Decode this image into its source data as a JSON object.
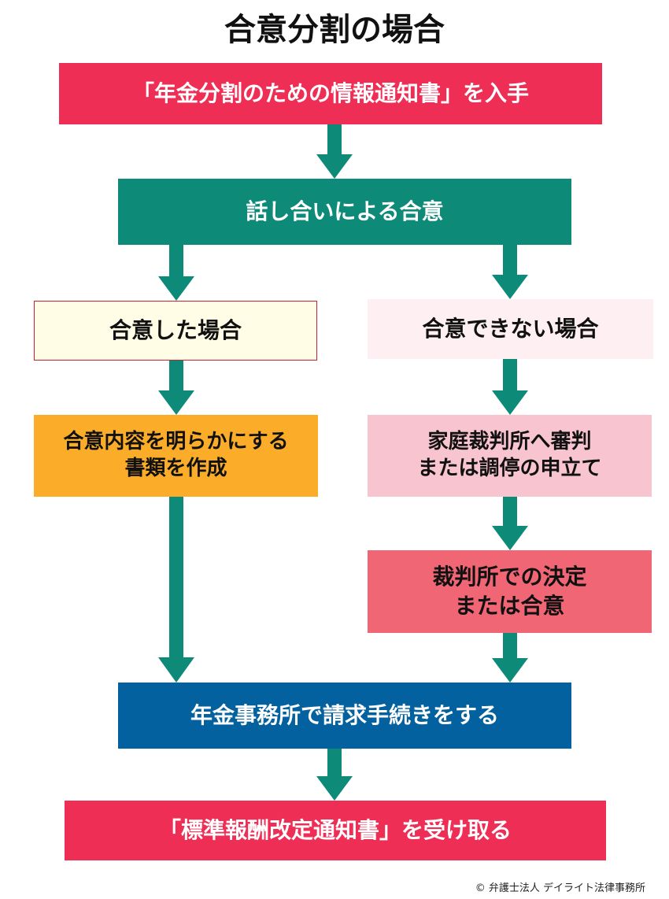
{
  "title": "合意分割の場合",
  "colors": {
    "arrow": "#0e8a78",
    "red": "#ee2e55",
    "teal": "#0e8a78",
    "cream": "#fffde6",
    "light_pink": "#fdeff2",
    "orange": "#fbad2a",
    "pink": "#f8c4cf",
    "salmon": "#f06674",
    "blue": "#03619f"
  },
  "steps": {
    "obtain_notice": "「年金分割のための情報通知書」を入手",
    "discussion": "話し合いによる合意",
    "agreed": "合意した場合",
    "not_agreed": "合意できない場合",
    "create_document": [
      "合意内容を明らかにする",
      "書類を作成"
    ],
    "court_petition": [
      "家庭裁判所へ審判",
      "または調停の申立て"
    ],
    "court_decision": [
      "裁判所での決定",
      "または合意"
    ],
    "pension_office": "年金事務所で請求手続きをする",
    "receive_notice": "「標準報酬改定通知書」を受け取る"
  },
  "credit": "© 弁護士法人 デイライト法律事務所"
}
